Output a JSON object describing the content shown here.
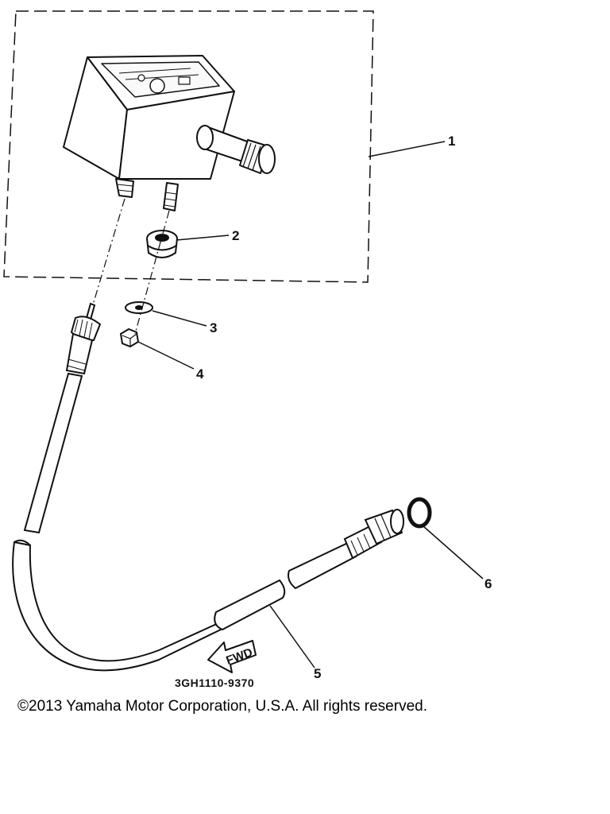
{
  "callouts": {
    "c1": "1",
    "c2": "2",
    "c3": "3",
    "c4": "4",
    "c5": "5",
    "c6": "6"
  },
  "direction_label": "FWD",
  "part_code": "3GH1110-9370",
  "copyright": "©2013 Yamaha Motor Corporation, U.S.A. All rights reserved."
}
